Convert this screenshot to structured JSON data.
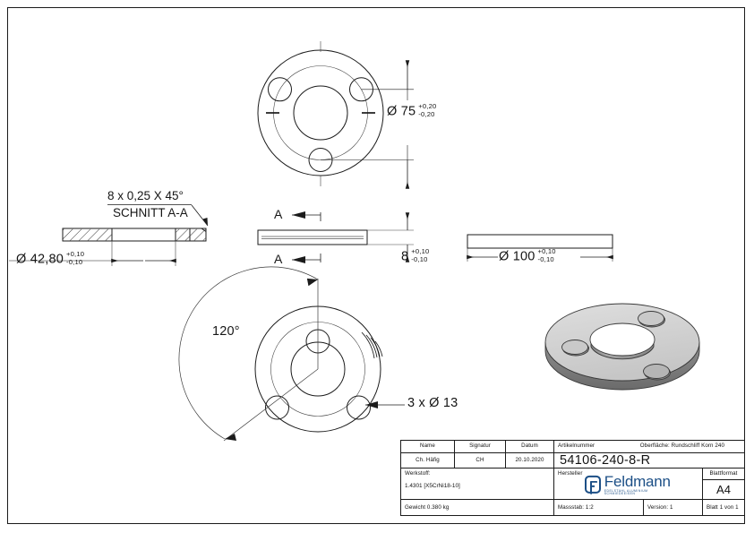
{
  "sheet": {
    "format": "A4",
    "orientation": "landscape"
  },
  "views": {
    "top_view": {
      "name": "top-view",
      "outer_diameter": 100,
      "bolt_circle": 75,
      "bore_diameter": 42.8,
      "hole_count": 3,
      "hole_diameter": 13
    },
    "section_view": {
      "name": "section-a-a",
      "label": "SCHNITT A-A",
      "chamfer_note": "8 x 0,25 X 45°"
    },
    "side_view": {
      "name": "side-view",
      "section_arrow_label": "A",
      "thickness": 8
    },
    "bottom_view": {
      "name": "bottom-view",
      "angle_label": "120°",
      "hole_note": "3 x Ø 13"
    },
    "iso_view": {
      "name": "isometric-view"
    }
  },
  "dimensions": {
    "bolt_circle": {
      "value": "Ø 75",
      "tol_upper": "+0,20",
      "tol_lower": "-0,20"
    },
    "outer_diameter": {
      "value": "Ø 100",
      "tol_upper": "+0,10",
      "tol_lower": "-0,10"
    },
    "bore_diameter": {
      "value": "Ø 42,80",
      "tol_upper": "+0,10",
      "tol_lower": "-0,10"
    },
    "thickness": {
      "value": "8",
      "tol_upper": "+0,10",
      "tol_lower": "-0,10"
    },
    "hole_pattern": {
      "value": "3 x Ø 13"
    },
    "angle": {
      "value": "120°"
    },
    "chamfer": {
      "value": "8 x 0,25 X 45°"
    },
    "section_label": {
      "value": "SCHNITT A-A"
    },
    "section_arrow_a": "A",
    "section_arrow_b": "A"
  },
  "titleblock": {
    "headers": {
      "name": "Name",
      "signature": "Signatur",
      "date": "Datum",
      "article_number": "Artikelnummer",
      "surface": "Oberfläche:  Rundschliff Korn 240",
      "material": "Werkstoff:",
      "manufacturer": "Hersteller",
      "sheet_format": "Blattformat"
    },
    "values": {
      "name": "Ch. Häfig",
      "signature": "CH",
      "date": "20.10.2020",
      "article_number": "54106-240-8-R",
      "material": "1.4301 [X5CrNi18-10]",
      "sheet_format": "A4",
      "weight": "Gewicht 0.380 kg",
      "scale": "Massstab: 1:2",
      "version": "Version: 1",
      "sheet": "Blatt 1 von 1"
    },
    "logo": {
      "name": "Feldmann",
      "tagline": "EDELSTAHL  ALUMINIUM  SCHMIEDEEISEN",
      "color": "#1c4f86"
    }
  },
  "colors": {
    "line": "#1b1b1b",
    "thin": "#3a3a3a",
    "iso_light": "#d4d4d4",
    "iso_mid": "#9a9a9a",
    "iso_dark": "#6f6f6f",
    "brand": "#1c4f86"
  }
}
